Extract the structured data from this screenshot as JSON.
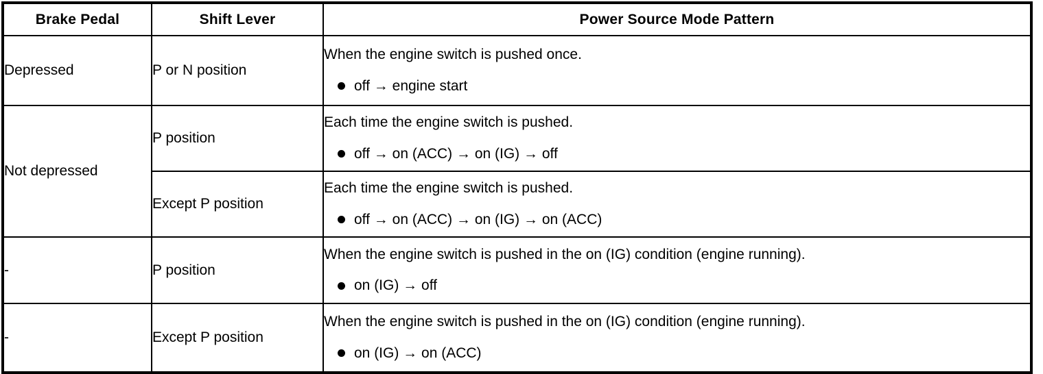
{
  "table": {
    "headers": [
      {
        "label": "Brake Pedal",
        "name": "header-brake-pedal"
      },
      {
        "label": "Shift Lever",
        "name": "header-shift-lever"
      },
      {
        "label": "Power Source Mode Pattern",
        "name": "header-power-source-mode-pattern"
      }
    ],
    "rows": [
      {
        "brake_pedal": "Depressed",
        "shift_lever": "P or N position",
        "power_lead": "When the engine switch is pushed once.",
        "power_bullet": "off → engine start",
        "bullet_icon": "filled-circle-bullet-icon"
      },
      {
        "brake_pedal": "Not depressed",
        "shift_lever": "P position",
        "power_lead": "Each time the engine switch is pushed.",
        "power_bullet": "off → on (ACC) → on (IG) → off",
        "bullet_icon": "filled-circle-bullet-icon"
      },
      {
        "brake_pedal": "",
        "shift_lever": "Except P position",
        "power_lead": "Each time the engine switch is pushed.",
        "power_bullet": "off → on (ACC) → on (IG) → on (ACC)",
        "bullet_icon": "filled-circle-bullet-icon"
      },
      {
        "brake_pedal": "-",
        "shift_lever": "P position",
        "power_lead": "When the engine switch is pushed in the on (IG) condition (engine running).",
        "power_bullet": "on (IG) → off",
        "bullet_icon": "filled-circle-bullet-icon"
      },
      {
        "brake_pedal": "-",
        "shift_lever": "Except P position",
        "power_lead": "When the engine switch is pushed in the on (IG) condition (engine running).",
        "power_bullet": "on (IG) → on (ACC)",
        "bullet_icon": "filled-circle-bullet-icon"
      }
    ]
  },
  "colors": {
    "border": "#000000",
    "text": "#000000",
    "background": "#ffffff"
  }
}
